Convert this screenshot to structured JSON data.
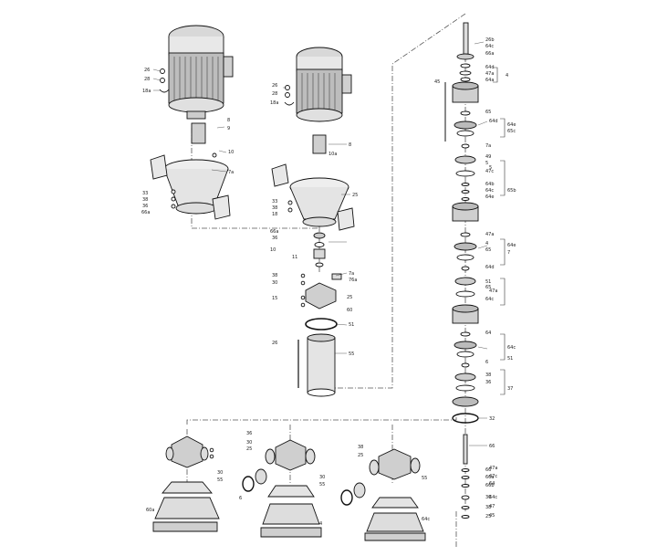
{
  "callouts": [
    {
      "id": "c1",
      "text": "26"
    },
    {
      "id": "c2",
      "text": "28"
    },
    {
      "id": "c3",
      "text": "18a"
    },
    {
      "id": "c4",
      "text": "8"
    },
    {
      "id": "c5",
      "text": "9"
    },
    {
      "id": "c6",
      "text": "10"
    },
    {
      "id": "c7",
      "text": "7a"
    },
    {
      "id": "c8",
      "text": "33"
    },
    {
      "id": "c9",
      "text": "38"
    },
    {
      "id": "c10",
      "text": "36"
    },
    {
      "id": "c11",
      "text": "66a"
    },
    {
      "id": "c12",
      "text": "26"
    },
    {
      "id": "c13",
      "text": "28"
    },
    {
      "id": "c14",
      "text": "18a"
    },
    {
      "id": "c15",
      "text": "8"
    },
    {
      "id": "c16",
      "text": "10a"
    },
    {
      "id": "c17",
      "text": "25"
    },
    {
      "id": "c18",
      "text": "33"
    },
    {
      "id": "c19",
      "text": "38"
    },
    {
      "id": "c20",
      "text": "18"
    },
    {
      "id": "c21",
      "text": "66a"
    },
    {
      "id": "c22",
      "text": "36"
    },
    {
      "id": "c23",
      "text": "10"
    },
    {
      "id": "c24",
      "text": "11"
    },
    {
      "id": "c25",
      "text": "7a"
    },
    {
      "id": "c26",
      "text": "76a"
    },
    {
      "id": "c27",
      "text": "38"
    },
    {
      "id": "c28",
      "text": "30"
    },
    {
      "id": "c29",
      "text": "15"
    },
    {
      "id": "c30",
      "text": "25"
    },
    {
      "id": "c31",
      "text": "60"
    },
    {
      "id": "c32",
      "text": "51"
    },
    {
      "id": "c33",
      "text": "55"
    },
    {
      "id": "c34",
      "text": "26"
    },
    {
      "id": "c35",
      "text": "26b"
    },
    {
      "id": "c36",
      "text": "64c"
    },
    {
      "id": "c37",
      "text": "66a"
    },
    {
      "id": "c38",
      "text": "64d"
    },
    {
      "id": "c39",
      "text": "47a"
    },
    {
      "id": "c40",
      "text": "64a"
    },
    {
      "id": "c41",
      "text": "4"
    },
    {
      "id": "c42",
      "text": "45"
    },
    {
      "id": "c43",
      "text": "65"
    },
    {
      "id": "c44",
      "text": "64d"
    },
    {
      "id": "c45",
      "text": "64e"
    },
    {
      "id": "c46",
      "text": "65c"
    },
    {
      "id": "c47",
      "text": "7a"
    },
    {
      "id": "c48",
      "text": "49"
    },
    {
      "id": "c49",
      "text": "5"
    },
    {
      "id": "c50",
      "text": "47c"
    },
    {
      "id": "c51",
      "text": "64b"
    },
    {
      "id": "c52",
      "text": "64c"
    },
    {
      "id": "c53",
      "text": "64e"
    },
    {
      "id": "c54",
      "text": "65b"
    },
    {
      "id": "c55",
      "text": "5"
    },
    {
      "id": "c56",
      "text": "47a"
    },
    {
      "id": "c57",
      "text": "4"
    },
    {
      "id": "c58",
      "text": "65"
    },
    {
      "id": "c59",
      "text": "64d"
    },
    {
      "id": "c60",
      "text": "64e"
    },
    {
      "id": "c61",
      "text": "7"
    },
    {
      "id": "c62",
      "text": "51"
    },
    {
      "id": "c63",
      "text": "64c"
    },
    {
      "id": "c64",
      "text": "47a"
    },
    {
      "id": "c65",
      "text": "65"
    },
    {
      "id": "c66",
      "text": "64"
    },
    {
      "id": "c67",
      "text": "64c"
    },
    {
      "id": "c68",
      "text": "6"
    },
    {
      "id": "c69",
      "text": "38"
    },
    {
      "id": "c70",
      "text": "36"
    },
    {
      "id": "c71",
      "text": "37"
    },
    {
      "id": "c72",
      "text": "32"
    },
    {
      "id": "c73",
      "text": "66"
    },
    {
      "id": "c74",
      "text": "66"
    },
    {
      "id": "c75",
      "text": "66a"
    },
    {
      "id": "c76",
      "text": "66b"
    },
    {
      "id": "c77",
      "text": "30"
    },
    {
      "id": "c78",
      "text": "38"
    },
    {
      "id": "c79",
      "text": "25"
    },
    {
      "id": "c80",
      "text": "30"
    },
    {
      "id": "c81",
      "text": "55"
    },
    {
      "id": "c82",
      "text": "60a"
    },
    {
      "id": "c83",
      "text": "6"
    },
    {
      "id": "c84",
      "text": "36"
    },
    {
      "id": "c85",
      "text": "30"
    },
    {
      "id": "c86",
      "text": "25"
    },
    {
      "id": "c87",
      "text": "30"
    },
    {
      "id": "c88",
      "text": "55"
    },
    {
      "id": "c89",
      "text": "4"
    },
    {
      "id": "c90",
      "text": "38"
    },
    {
      "id": "c91",
      "text": "25"
    },
    {
      "id": "c92",
      "text": "55"
    },
    {
      "id": "c93",
      "text": "64c"
    },
    {
      "id": "c94",
      "text": "47a"
    },
    {
      "id": "c95",
      "text": "47c"
    },
    {
      "id": "c96",
      "text": "64"
    },
    {
      "id": "c97",
      "text": "64c"
    },
    {
      "id": "c98",
      "text": "47"
    },
    {
      "id": "c99",
      "text": "45"
    },
    {
      "id": "c100",
      "text": "51"
    }
  ]
}
